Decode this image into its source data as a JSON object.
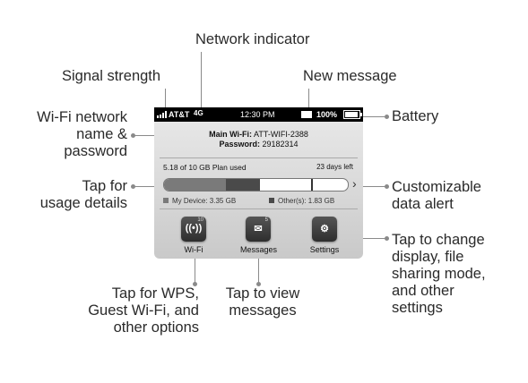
{
  "callouts": {
    "network_indicator": "Network indicator",
    "signal_strength": "Signal strength",
    "new_message": "New message",
    "wifi_line1": "Wi-Fi network",
    "wifi_line2": "name &",
    "wifi_line3": "password",
    "battery": "Battery",
    "usage_line1": "Tap for",
    "usage_line2": "usage details",
    "alert_line1": "Customizable",
    "alert_line2": "data alert",
    "wifi_app_line1": "Tap for WPS,",
    "wifi_app_line2": "Guest Wi-Fi, and",
    "wifi_app_line3": "other options",
    "messages_line1": "Tap to view",
    "messages_line2": "messages",
    "settings_line1": "Tap to change",
    "settings_line2": "display, file",
    "settings_line3": "sharing mode,",
    "settings_line4": "and other",
    "settings_line5": "settings"
  },
  "status_bar": {
    "carrier": "AT&T",
    "network": "4G",
    "time": "12:30 PM",
    "battery_percent": "100%",
    "message_icon": "envelope-icon",
    "battery_icon": "battery-icon",
    "signal_icon": "signal-bars-icon"
  },
  "wifi": {
    "name_label": "Main Wi-Fi:",
    "name_value": "ATT-WIFI-2388",
    "password_label": "Password:",
    "password_value": "29182314"
  },
  "usage": {
    "plan_text": "5.18 of 10 GB Plan used",
    "days_left": "23 days left",
    "my_device_label": "My Device:",
    "my_device_value": "3.35 GB",
    "others_label": "Other(s):",
    "others_value": "1.83 GB",
    "my_device_fraction": 0.335,
    "others_fraction": 0.183,
    "alert_fraction": 0.8,
    "colors": {
      "my_device": "#7a7a7a",
      "others": "#4a4a4a"
    }
  },
  "apps": [
    {
      "label": "Wi-Fi",
      "count": "10",
      "icon": "wifi-broadcast-icon",
      "glyph": "((•))"
    },
    {
      "label": "Messages",
      "count": "5",
      "icon": "envelope-icon",
      "glyph": "✉"
    },
    {
      "label": "Settings",
      "count": "",
      "icon": "gears-icon",
      "glyph": "⚙"
    }
  ]
}
